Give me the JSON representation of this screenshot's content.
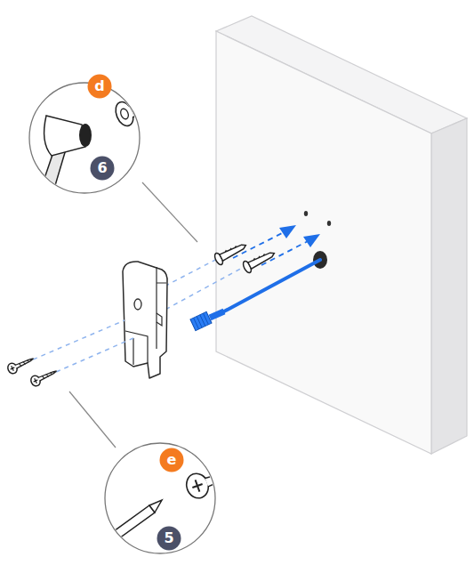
{
  "diagram": {
    "nodes": [
      {
        "text": [
          "d"
        ]
      },
      {
        "text": [
          "6"
        ]
      },
      {
        "text": [
          "e"
        ]
      },
      {
        "text": [
          "5"
        ]
      }
    ]
  }
}
